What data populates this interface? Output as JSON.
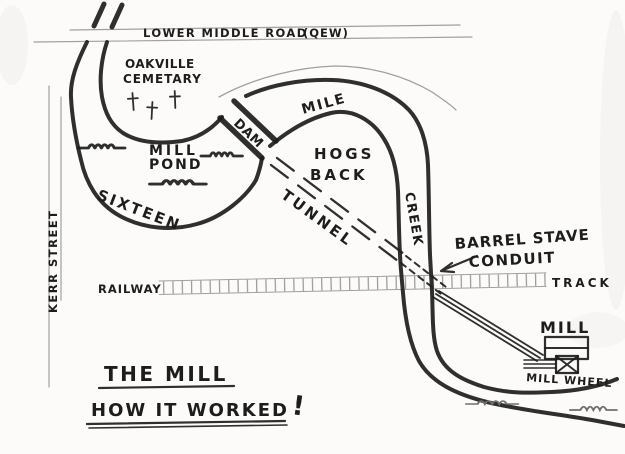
{
  "map": {
    "road_label": "LOWER MIDDLE ROAD",
    "road_qew_label": "(QEW)",
    "cemetery_label_line1": "OAKVILLE",
    "cemetery_label_line2": "CEMETARY",
    "pond_label_line1": "MILL",
    "pond_label_line2": "POND",
    "creek_label_sixteen": "SIXTEEN",
    "creek_label_mile": "MILE",
    "creek_label_creek": "CREEK",
    "dam_label": "DAM",
    "hogsback_label_line1": "HOGS",
    "hogsback_label_line2": "BACK",
    "tunnel_label": "TUNNEL",
    "conduit_label_line1": "BARREL STAVE",
    "conduit_label_line2": "CONDUIT",
    "railway_label": "RAILWAY",
    "track_label": "TRACK",
    "street_label": "KERR STREET",
    "mill_label": "MILL",
    "mill_wheel_label": "MILL WHEEL"
  },
  "title": {
    "line1": "THE MILL",
    "line2": "HOW IT WORKED",
    "exclamation": "!"
  },
  "colors": {
    "ink": "#1d1d1d",
    "pencil": "#a0a0a0",
    "paper": "#fcfbf9"
  }
}
